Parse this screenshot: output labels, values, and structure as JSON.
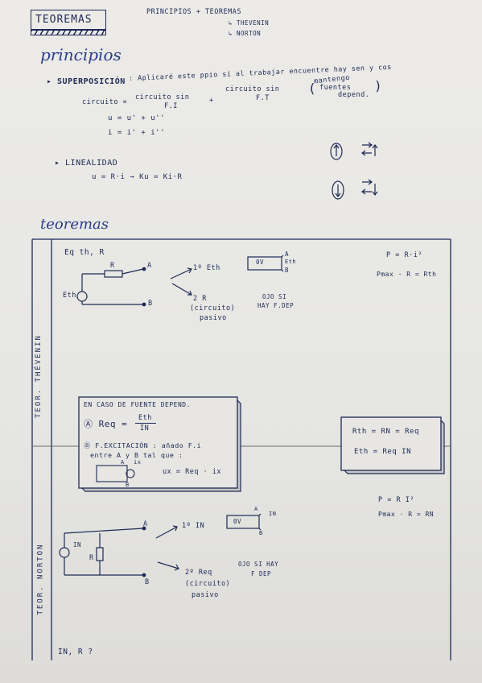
{
  "header": {
    "title": "TEOREMAS",
    "subtitle": "PRINCIPIOS + TEOREMAS",
    "sub_thevenin": "↳ THEVENIN",
    "sub_norton": "↳ NORTON"
  },
  "principios": {
    "heading": "principios",
    "superposicion_label": "▸ SUPERPOSICIÓN",
    "superposicion_text": ": Aplicaré este ppio si al trabajar encuentre hay sen y cos",
    "circ_lhs": "circuito =",
    "circ_sin_ft": "circuito sin",
    "ft1": "F.I",
    "plus": "+",
    "circ_sin_ft2": "circuito sin",
    "ft2": "F.T",
    "note_open": "(",
    "note1": "mantengo",
    "note2": "fuentes",
    "note3": "depend.",
    "note_close": ")",
    "row_u": "u   =   u'   +   u''",
    "row_i": "i   =   i'   +   i''",
    "linealidad_label": "▸ LINEALIDAD",
    "linealidad_eq": "u = R·i  →  Ku = Ki·R"
  },
  "teoremas": {
    "heading": "teoremas",
    "thevenin_side": "TEOR. THÉVENIN",
    "norton_side": "TEOR. NORTON",
    "eq_th": "Eq th, R",
    "r_label": "R",
    "a_label": "A",
    "b_label": "B",
    "eth_label": "Eth",
    "step1_th": "1º Eth",
    "step2_th": "2 R",
    "pasivo1": "(circuito)",
    "pasivo2": "pasivo",
    "ojo_th1": "OJO SI",
    "ojo_th2": "HAY F.DEP",
    "ov": "0V",
    "p_th": "P = R·i²",
    "pmax_th": "Pmax · R = Rth",
    "depend_title": "EN CASO DE FUENTE DEPEND.",
    "depend_a": "Ⓐ Req =",
    "frac_num": "Eth",
    "frac_den": "IN",
    "depend_b1": "Ⓑ F.EXCITACIÓN : añado F.i",
    "depend_b2": "entre A y B tal que :",
    "ux_eq": "ux = Req · ix",
    "ix": "ix",
    "rth_eq": "Rth = RN = Req",
    "eth_eq": "Eth = Req IN",
    "p_n": "P = R I²",
    "pmax_n": "Pmax · R = RN",
    "in_label": "IN",
    "step1_n": "1º IN",
    "step2_n": "2º Req",
    "pasivo3": "(circuito)",
    "pasivo4": "pasivo",
    "ojo_n1": "OJO SI HAY",
    "ojo_n2": "F DEP",
    "bottom": "IN, R ?"
  }
}
